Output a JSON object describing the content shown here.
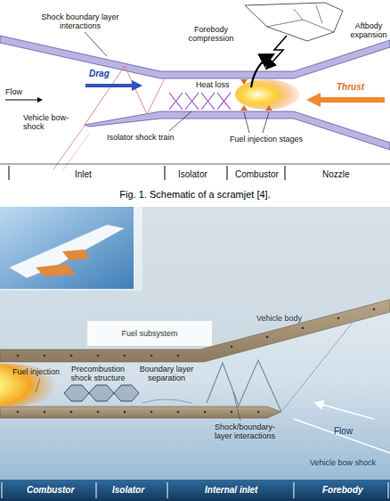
{
  "diagram": {
    "caption": "Fig. 1. Schematic of a scramjet [4].",
    "nodes": [
      {
        "text": [
          "Fuel subsystem"
        ]
      }
    ],
    "labels": [
      "Forebody compression",
      "Aftbody expansion",
      "Shock boundary layer interactions",
      "Drag",
      "Heat loss",
      "Thrust",
      "Flow",
      "Vehicle bow-shock",
      "Isolator shock train",
      "Fuel injection stages",
      "Inlet",
      "Isolator",
      "Combustor",
      "Nozzle",
      "Vehicle body",
      "Fuel injection",
      "Precombustion shock structure",
      "Boundary layer separation",
      "Shock/boundary-layer interactions",
      "Flow",
      "Vehicle bow shock",
      "Combustor",
      "Isolator",
      "Internal inlet",
      "Forebody"
    ]
  }
}
